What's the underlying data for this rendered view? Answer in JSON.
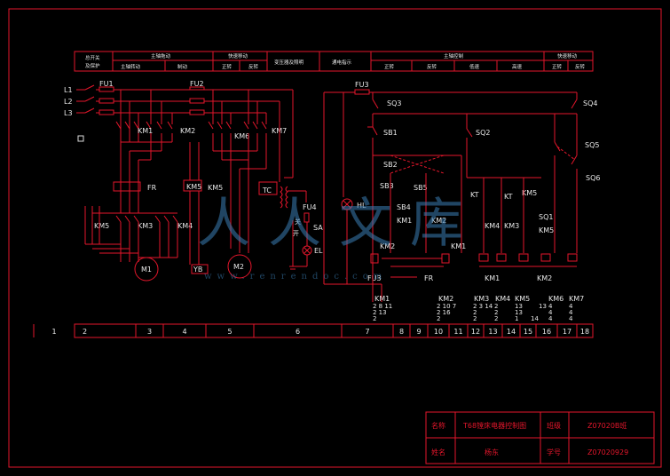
{
  "header": {
    "cells": [
      {
        "top": "总开关",
        "bottom": "及保护"
      },
      {
        "top": "主轴拖动",
        "subs": [
          "主轴转动",
          "制动"
        ]
      },
      {
        "top": "快速移动",
        "subs": [
          "正转",
          "反转"
        ]
      },
      {
        "top": "变压器及照明"
      },
      {
        "top": "通电指示"
      },
      {
        "top": "主轴控制",
        "subs": [
          "正转",
          "反转",
          "低速",
          "高速"
        ]
      },
      {
        "top": "快速移动",
        "subs": [
          "正转",
          "反转"
        ]
      }
    ]
  },
  "phases": [
    "L1",
    "L2",
    "L3"
  ],
  "fuses": [
    "FU1",
    "FU2",
    "FU3",
    "FU4",
    "FU3"
  ],
  "components": {
    "km1": "KM1",
    "km2": "KM2",
    "km3": "KM3",
    "km4": "KM4",
    "km5": "KM5",
    "km6": "KM6",
    "km7": "KM7",
    "fr": "FR",
    "tc": "TC",
    "yb": "YB",
    "m1": "M1",
    "m2": "M2",
    "hl": "HL",
    "sa": "SA",
    "el": "EL",
    "kt": "KT",
    "sq1": "SQ1",
    "sq2": "SQ2",
    "sq3": "SQ3",
    "sq4": "SQ4",
    "sq5": "SQ5",
    "sq6": "SQ6",
    "sb1": "SB1",
    "sb2": "SB2",
    "sb3": "SB3",
    "sb4": "SB4",
    "sb5": "SB5",
    "guan": "关",
    "kai": "开"
  },
  "contact_table": [
    {
      "name": "KM1",
      "rows": [
        "2 8 11",
        "2 13",
        "2"
      ]
    },
    {
      "name": "KM2",
      "rows": [
        "2 10 7",
        "2 16",
        "2"
      ]
    },
    {
      "name": "KM3",
      "rows": [
        "2 3 14",
        "2",
        "2"
      ]
    },
    {
      "name": "KM4",
      "rows": [
        "2",
        "2",
        "2"
      ]
    },
    {
      "name": "KM5",
      "rows": [
        "13",
        "13",
        "1"
      ]
    },
    {
      "name": "KM6",
      "rows": [
        "4",
        "4",
        "4"
      ]
    },
    {
      "name": "KM7",
      "rows": [
        "4",
        "4",
        "4"
      ]
    }
  ],
  "extra_refs": [
    "13",
    "14"
  ],
  "zones": [
    "1",
    "2",
    "3",
    "4",
    "5",
    "6",
    "7",
    "8",
    "9",
    "10",
    "11",
    "12",
    "13",
    "14",
    "15",
    "16",
    "17",
    "18"
  ],
  "title_block": {
    "name_label": "名称",
    "name_value": "T68镗床电器控制图",
    "class_label": "班级",
    "class_value": "Z07020B班",
    "author_label": "姓名",
    "author_value": "杨东",
    "id_label": "学号",
    "id_value": "Z07020929"
  },
  "watermark": {
    "main": "人人文库",
    "url": "www.renrendoc.com"
  }
}
